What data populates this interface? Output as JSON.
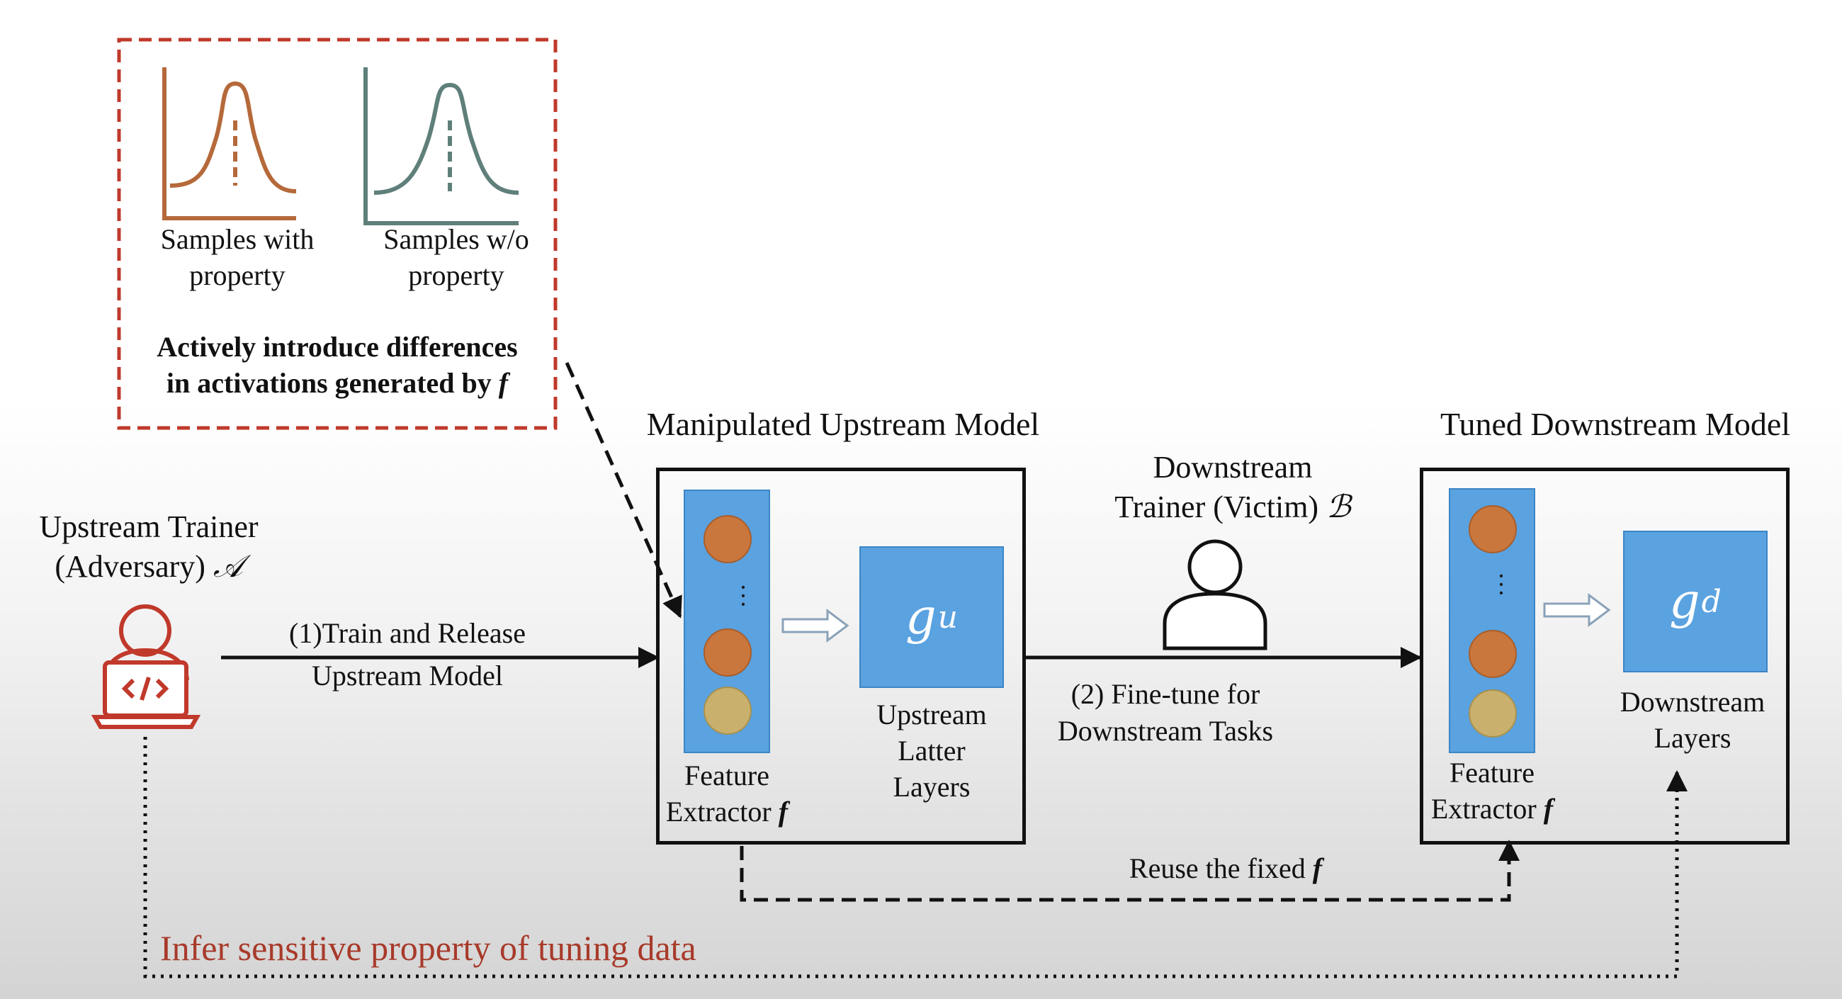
{
  "inset": {
    "curve_left_label": "Samples with property",
    "curve_right_label": "Samples w/o property",
    "caption_line1": "Actively introduce differences",
    "caption_line2": "in activations generated by",
    "caption_symbol": "f"
  },
  "adversary": {
    "line1": "Upstream Trainer",
    "line2": "(Adversary)",
    "symbol": "𝒜"
  },
  "arrow1": {
    "line1": "(1)Train and Release",
    "line2": "Upstream Model"
  },
  "upstream_model": {
    "title": "Manipulated Upstream Model",
    "fe_line1": "Feature",
    "fe_line2": "Extractor",
    "fe_symbol": "f",
    "g_symbol": "g",
    "g_sub": "u",
    "latter_line1": "Upstream",
    "latter_line2": "Latter",
    "latter_line3": "Layers"
  },
  "victim": {
    "line1": "Downstream",
    "line2": "Trainer (Victim)",
    "symbol": "ℬ"
  },
  "arrow2": {
    "line1": "(2) Fine-tune for",
    "line2": "Downstream Tasks"
  },
  "downstream_model": {
    "title": "Tuned Downstream Model",
    "fe_line1": "Feature",
    "fe_line2": "Extractor",
    "fe_symbol": "f",
    "g_symbol": "g",
    "g_sub": "d",
    "layers_line1": "Downstream",
    "layers_line2": "Layers"
  },
  "reuse": {
    "text": "Reuse the fixed",
    "symbol": "f"
  },
  "infer": {
    "text": "Infer sensitive property of tuning data"
  },
  "colors": {
    "inset_border": "#c0392b",
    "curve_with": "#b5693a",
    "curve_without": "#5f7f7a",
    "adversary_icon": "#c0392b",
    "infer_text": "#a83a2a",
    "block_blue": "#5aa2e0",
    "neuron_orange": "#c9773d",
    "neuron_tan": "#c9b06c"
  }
}
